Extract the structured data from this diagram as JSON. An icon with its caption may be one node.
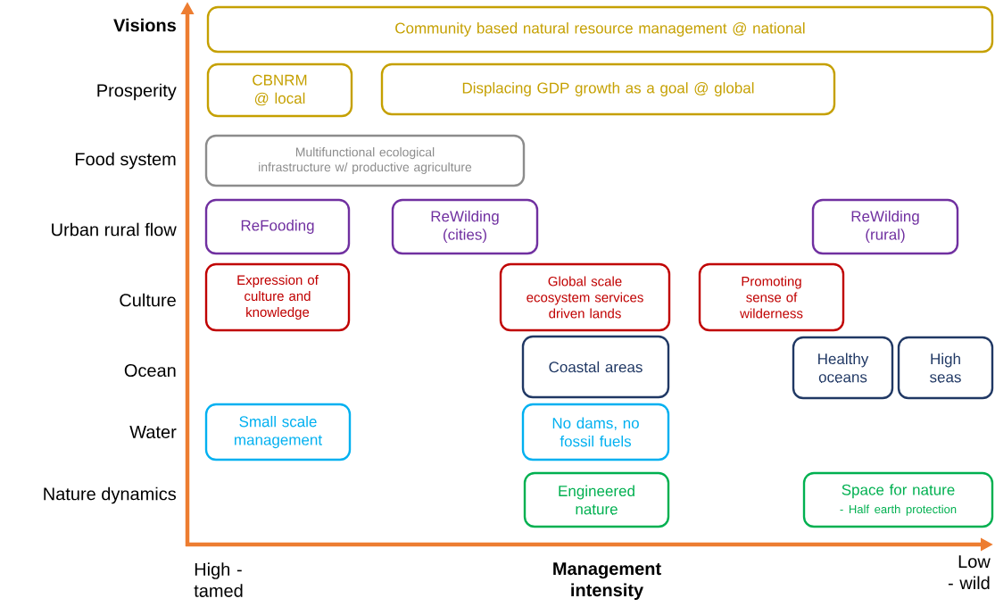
{
  "diagram": {
    "nodes": [
      {
        "text": [
          "Community based natural resource management @ national"
        ]
      },
      {
        "text": [
          "CBNRM @ local"
        ]
      },
      {
        "text": [
          "Displacing GDP growth as a goal @ global"
        ]
      },
      {
        "text": [
          "Multifunctional ecological infrastructure w/ productive agriculture"
        ]
      },
      {
        "text": [
          "ReFooding"
        ]
      },
      {
        "text": [
          "ReWilding (cities)"
        ]
      },
      {
        "text": [
          "ReWilding (rural)"
        ]
      },
      {
        "text": [
          "Expression of culture and knowledge"
        ]
      },
      {
        "text": [
          "Global scale ecosystem services driven lands"
        ]
      },
      {
        "text": [
          "Promoting sense of wilderness"
        ]
      },
      {
        "text": [
          "Coastal areas"
        ]
      },
      {
        "text": [
          "Healthy oceans"
        ]
      },
      {
        "text": [
          "High seas"
        ]
      },
      {
        "text": [
          "Small scale management"
        ]
      },
      {
        "text": [
          "No dams, no fossil fuels"
        ]
      },
      {
        "text": [
          "Engineered nature"
        ]
      },
      {
        "text": [
          "Space for nature",
          "- Half earth protection"
        ]
      }
    ],
    "edges": [],
    "labels": [
      "Visions",
      "Prosperity",
      "Food system",
      "Urban rural flow",
      "Culture",
      "Ocean",
      "Water",
      "Nature dynamics",
      "High - tamed",
      "Management intensity",
      "Low - wild"
    ]
  }
}
